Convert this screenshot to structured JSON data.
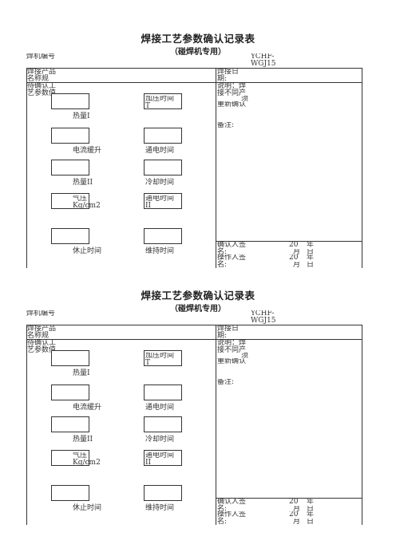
{
  "forms": [
    {
      "title": "焊接工艺参数确认记录表",
      "subtitle": "（碰焊机专用）",
      "machine_no_label": "焊机编号",
      "code": "YCHF-WGJ15",
      "product_label": "焊接产品名称规",
      "date_label": "焊接日期:",
      "confirm_params_label": "待确认工艺参数值",
      "note_text_1": "说明：焊接不同产",
      "note_text_2": "须",
      "note_text_3": "重新确认",
      "remark_label": "备注:",
      "params": [
        {
          "left": "热量I",
          "right": "加压时间T"
        },
        {
          "left": "电流缓升",
          "right": "通电时间"
        },
        {
          "left": "热量II",
          "right": "冷却时间"
        },
        {
          "left": "气压Kg/cm2",
          "right": "通电时间II"
        },
        {
          "left": "休止时间",
          "right": "维持时间"
        }
      ],
      "confirmer_label": "确认人签名:",
      "operator_label": "操作人签名:",
      "date_20": "20",
      "date_year": "年",
      "date_month": "月",
      "date_day": "日"
    },
    {
      "title": "焊接工艺参数确认记录表",
      "subtitle": "（碰焊机专用）",
      "machine_no_label": "焊机编号",
      "code": "YCHF-WGJ15",
      "product_label": "焊接产品名称规",
      "date_label": "焊接日期:",
      "confirm_params_label": "待确认工艺参数值",
      "note_text_1": "说明：焊接不同产",
      "note_text_2": "须",
      "note_text_3": "重新确认",
      "remark_label": "备注:",
      "params": [
        {
          "left": "热量I",
          "right": "加压时间T"
        },
        {
          "left": "电流缓升",
          "right": "通电时间"
        },
        {
          "left": "热量II",
          "right": "冷却时间"
        },
        {
          "left": "气压Kg/cm2",
          "right": "通电时间II"
        },
        {
          "left": "休止时间",
          "right": "维持时间"
        }
      ],
      "confirmer_label": "确认人签名:",
      "operator_label": "操作人签名:",
      "date_20": "20",
      "date_year": "年",
      "date_month": "月",
      "date_day": "日"
    }
  ]
}
